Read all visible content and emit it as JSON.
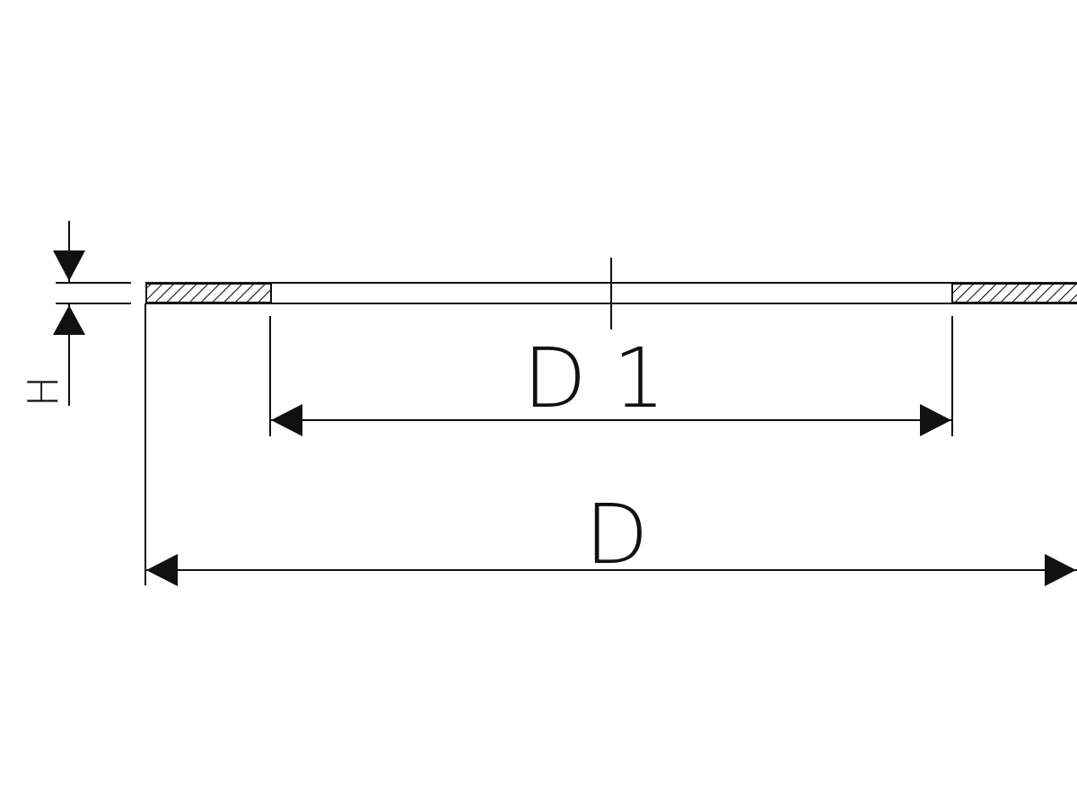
{
  "labels": {
    "thickness": "H",
    "inner_diameter": "D 1",
    "outer_diameter": "D"
  },
  "colors": {
    "line": "#111111",
    "background": "#ffffff"
  }
}
